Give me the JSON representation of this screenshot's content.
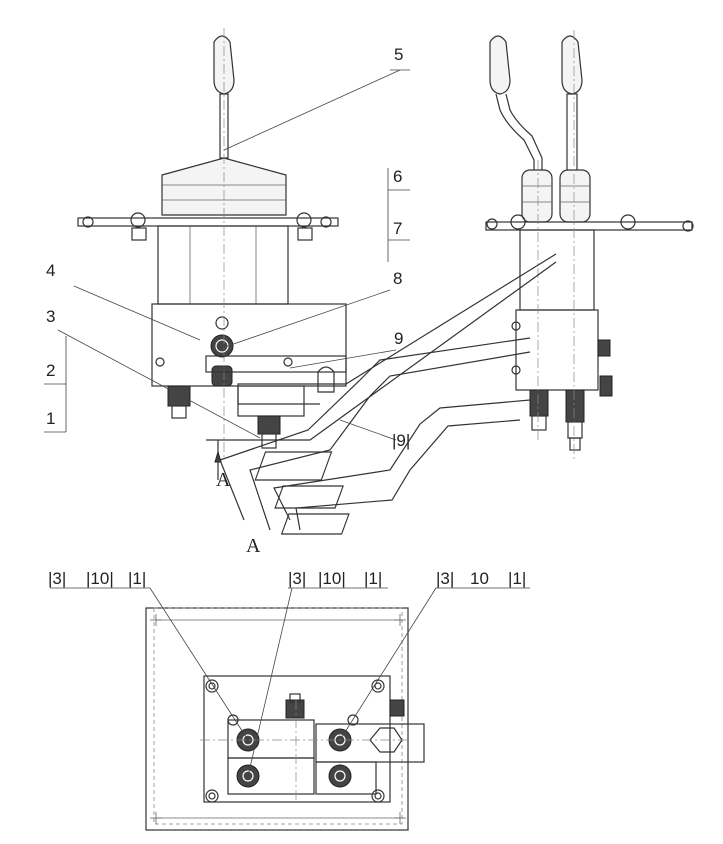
{
  "labels": {
    "n1": "1",
    "n2": "2",
    "n3": "3",
    "n4": "4",
    "n5": "5",
    "n6": "6",
    "n7": "7",
    "n8": "8",
    "n9a": "9",
    "n9b": "|9|",
    "secA1": "A",
    "secA2": "A",
    "b1_3": "|3|",
    "b1_10": "|10|",
    "b1_1": "|1|",
    "b2_3": "|3|",
    "b2_10": "|10|",
    "b2_1": "|1|",
    "b3_3": "|3|",
    "b3_10": "10",
    "b3_1": "|1|"
  }
}
